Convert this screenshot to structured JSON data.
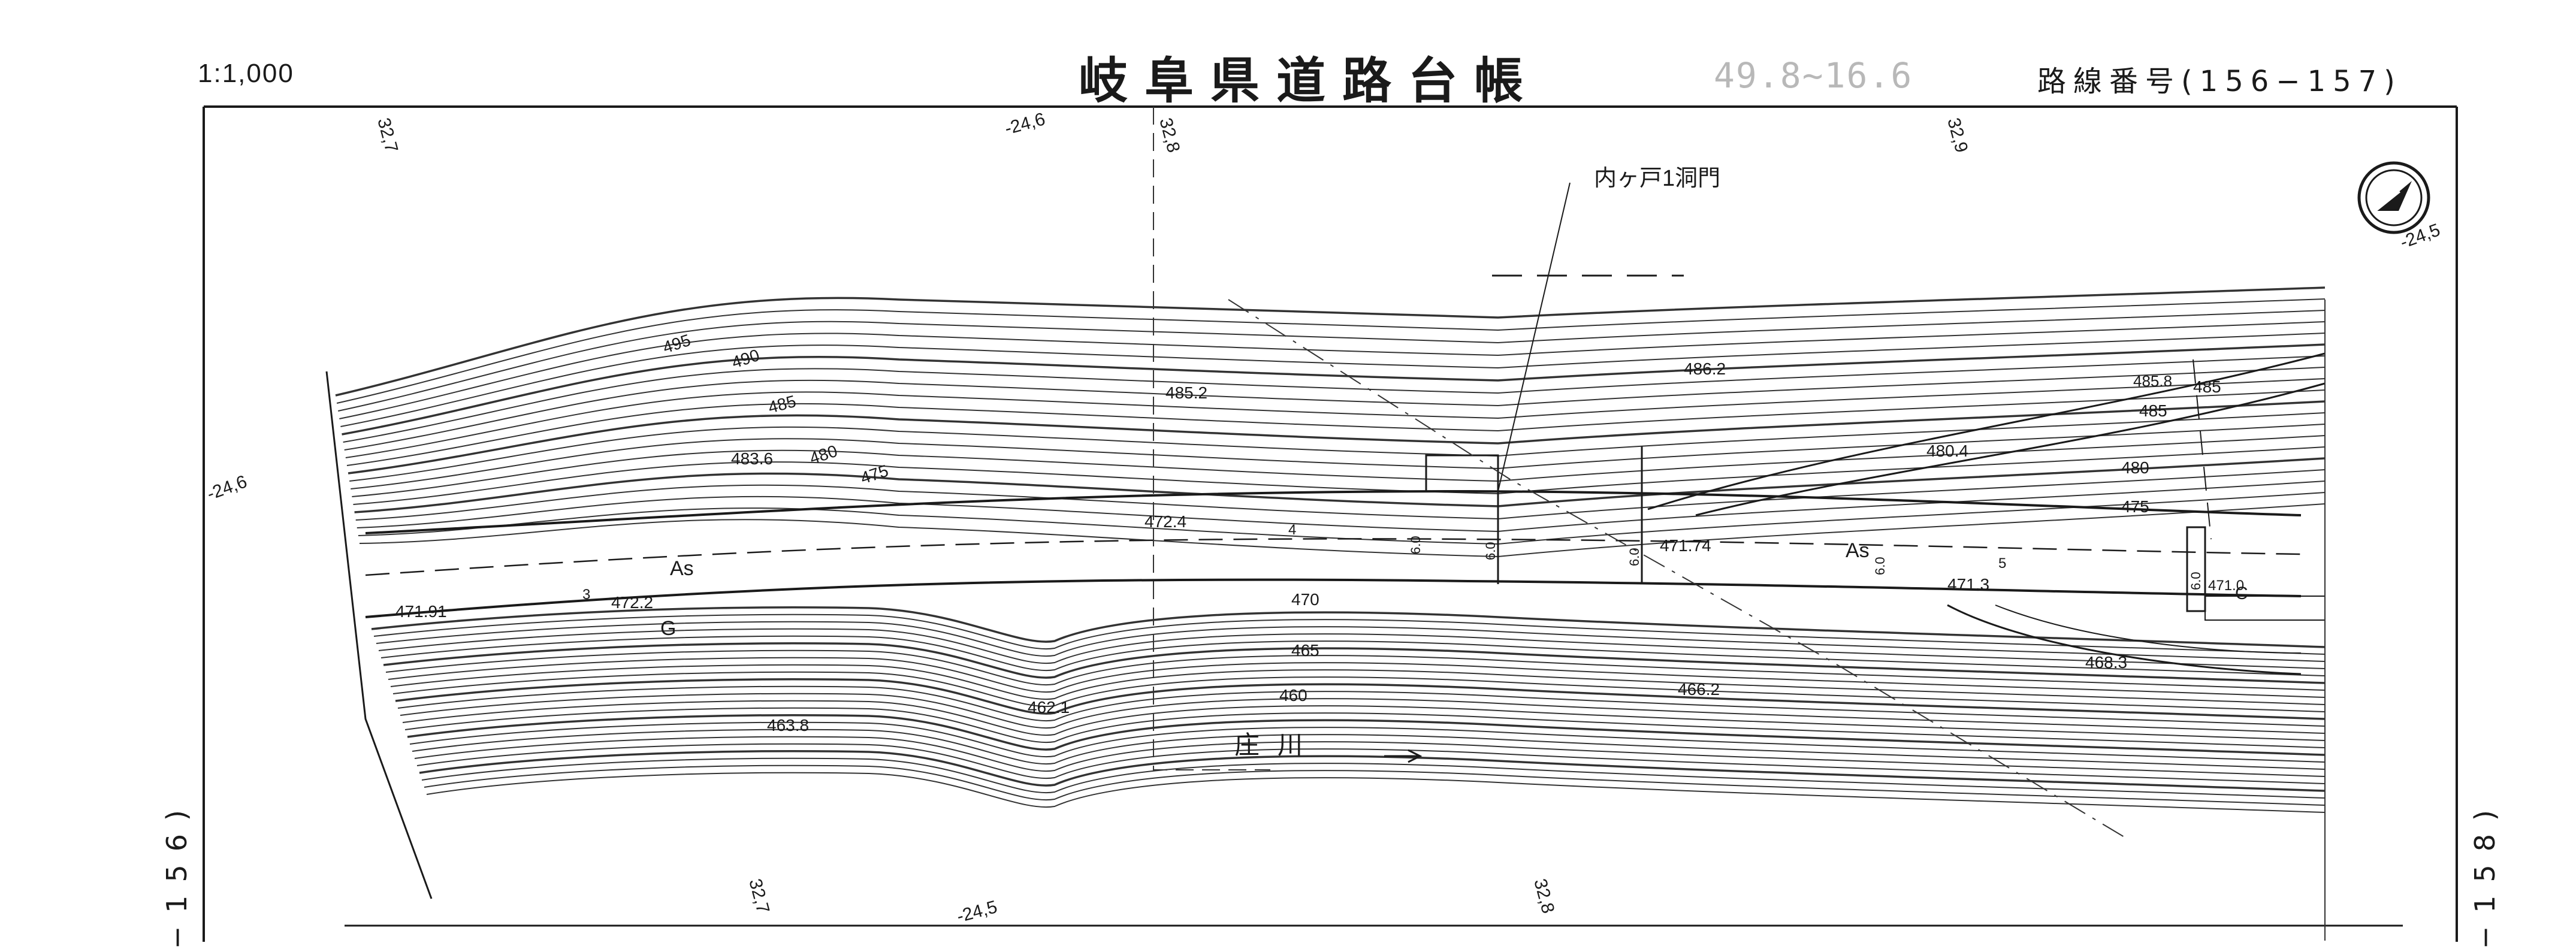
{
  "header": {
    "scale": "1:1,000",
    "title": "岐阜県道路台帳",
    "stamp": "49.8~16.6",
    "route_label": "路線番号(156−157)"
  },
  "side_labels": {
    "left": "−156)",
    "right": "−158)"
  },
  "map": {
    "structure_label": "内ヶ戸1洞門",
    "river_label": "庄川",
    "surface_labels": [
      "As",
      "As",
      "G",
      "C"
    ],
    "section_numbers": [
      "3",
      "4",
      "5"
    ],
    "edge_ticks": [
      "32,7",
      "32,8",
      "32,9",
      "-24,6",
      "-24,5",
      "-24,6",
      "32,7",
      "-24,5",
      "32,8"
    ],
    "contour_labels": [
      "495",
      "490",
      "485",
      "480",
      "475",
      "485",
      "470",
      "465",
      "460",
      "480",
      "475",
      "485"
    ],
    "spot_heights": [
      "485.2",
      "486.2",
      "483.6",
      "480.4",
      "485.8",
      "472.4",
      "471.74",
      "471.91",
      "472.2",
      "471.3",
      "471.0",
      "468.3",
      "466.2",
      "462.1",
      "463.8"
    ],
    "width_labels": [
      "6.0",
      "6.0",
      "6.0",
      "6.0",
      "6.0"
    ],
    "north_arrow_icon": "north-arrow-icon"
  }
}
